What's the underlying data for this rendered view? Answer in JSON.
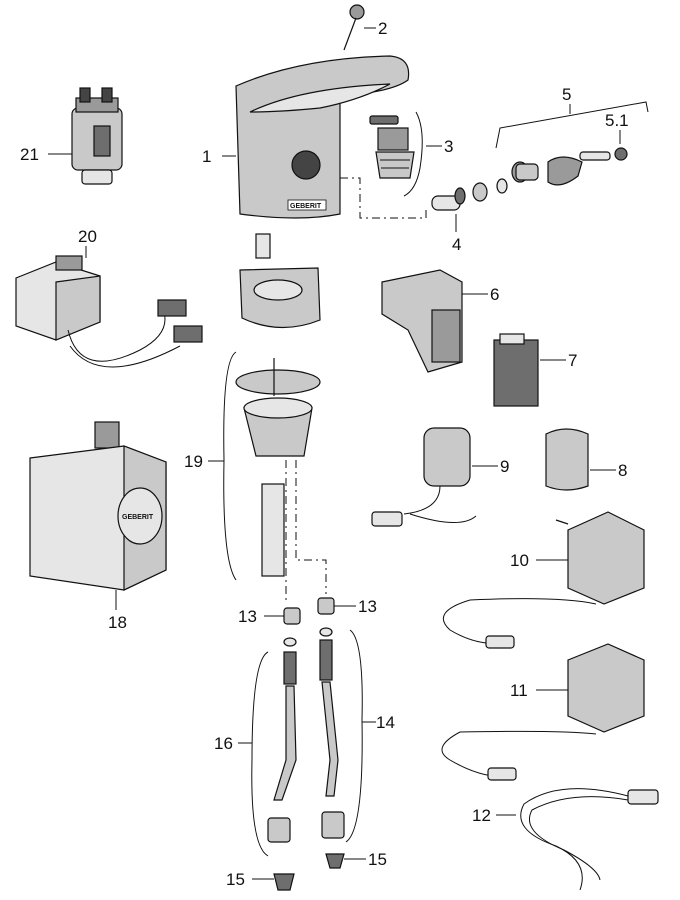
{
  "brand": "GEBERIT",
  "labels": {
    "l1": "1",
    "l2": "2",
    "l3": "3",
    "l4": "4",
    "l5": "5",
    "l5_1": "5.1",
    "l6": "6",
    "l7": "7",
    "l8": "8",
    "l9": "9",
    "l10": "10",
    "l11": "11",
    "l12": "12",
    "l13a": "13",
    "l13b": "13",
    "l14": "14",
    "l15a": "15",
    "l15b": "15",
    "l16": "16",
    "l18": "18",
    "l19": "19",
    "l20": "20",
    "l21": "21"
  }
}
